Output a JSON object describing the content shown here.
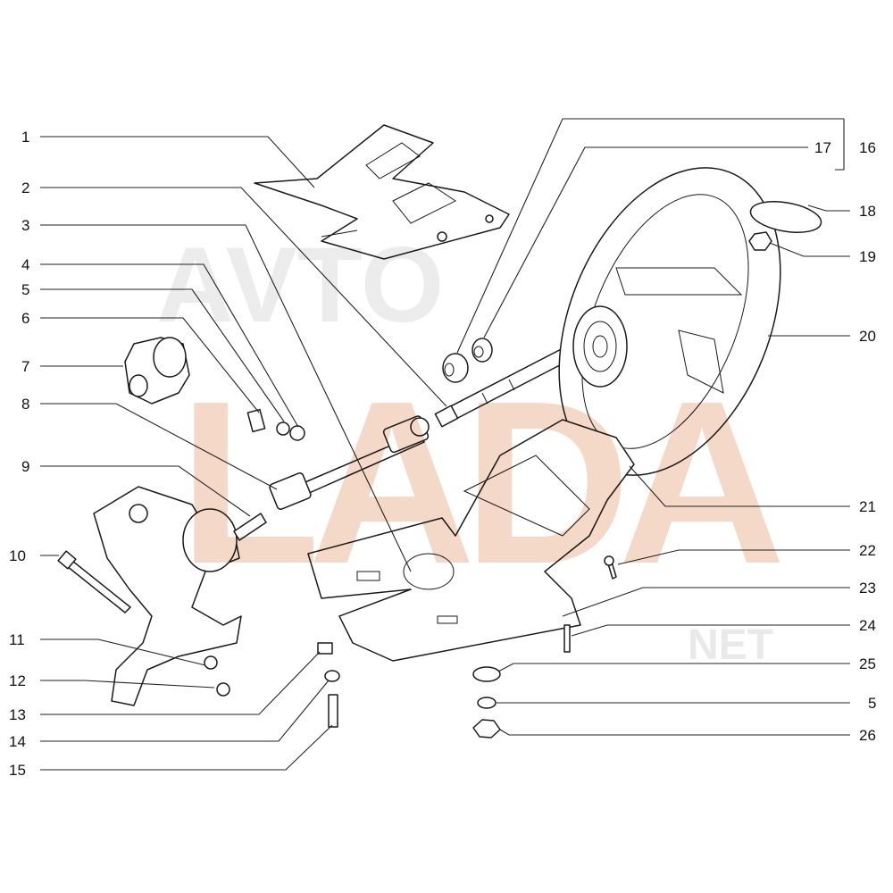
{
  "watermark": {
    "main": "LADA",
    "top": "AVTO",
    "suffix": "NET",
    "main_color": "#f5d9c8",
    "faint_color": "#ececec"
  },
  "callouts_left": [
    "1",
    "2",
    "3",
    "4",
    "5",
    "6",
    "7",
    "8",
    "9",
    "10",
    "11",
    "12",
    "13",
    "14",
    "15"
  ],
  "callouts_right": [
    "17",
    "16",
    "18",
    "19",
    "20",
    "21",
    "22",
    "23",
    "24",
    "25",
    "5",
    "26"
  ],
  "colors": {
    "line": "#1a1a1a",
    "background": "#ffffff"
  }
}
